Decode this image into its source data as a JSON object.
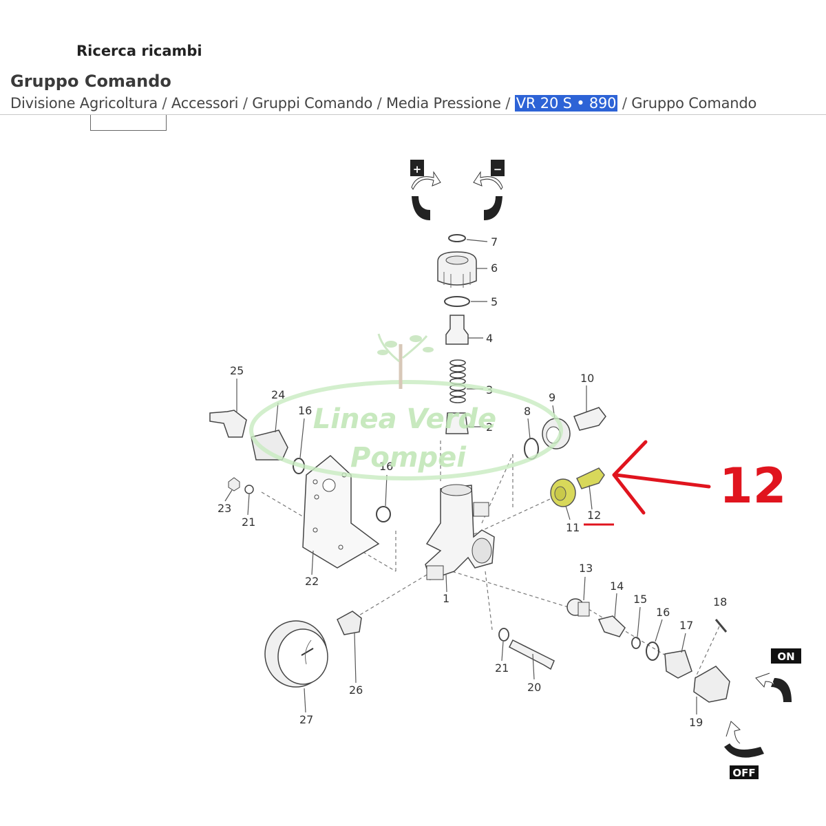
{
  "header": {
    "search_title": "Ricerca ricambi",
    "page_title": "Gruppo Comando"
  },
  "breadcrumb": {
    "items": [
      "Divisione Agricoltura",
      "Accessori",
      "Gruppi Comando",
      "Media Pressione",
      "VR 20 S • 890",
      "Gruppo Comando"
    ],
    "separator": "/",
    "highlighted_index": 4,
    "highlight_color": "#2d63d6"
  },
  "diagram": {
    "part_labels": [
      "1",
      "2",
      "3",
      "4",
      "5",
      "6",
      "7",
      "8",
      "9",
      "10",
      "11",
      "12",
      "13",
      "14",
      "15",
      "16",
      "16",
      "16",
      "17",
      "18",
      "19",
      "20",
      "21",
      "21",
      "22",
      "23",
      "24",
      "25",
      "26",
      "27"
    ],
    "rotation_plus": "+",
    "rotation_minus": "−",
    "on_tag": "ON",
    "off_tag": "OFF",
    "callout_number": "12",
    "callout_color": "#e0141e",
    "highlight_part_color": "#d8d85a"
  },
  "watermark": {
    "line1": "Linea Verde",
    "line2": "Pompei",
    "color": "#bfe6b5"
  }
}
